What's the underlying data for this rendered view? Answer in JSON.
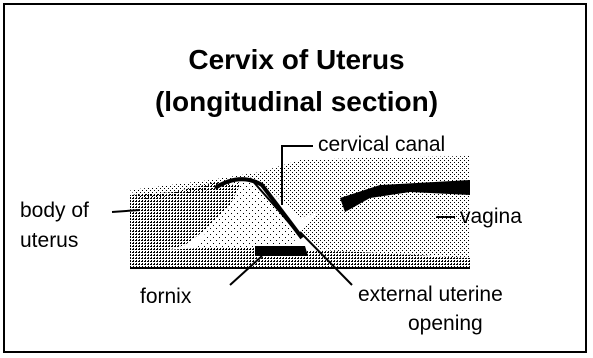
{
  "diagram": {
    "title_line1": "Cervix of Uterus",
    "title_line2": "(longitudinal section)",
    "labels": {
      "cervical_canal": "cervical canal",
      "body_of_uterus_line1": "body of",
      "body_of_uterus_line2": "uterus",
      "vagina": "vagina",
      "fornix": "fornix",
      "external_uterine_opening_line1": "external uterine",
      "external_uterine_opening_line2": "opening"
    }
  },
  "colors": {
    "ink": "#000000",
    "paper": "#ffffff"
  }
}
